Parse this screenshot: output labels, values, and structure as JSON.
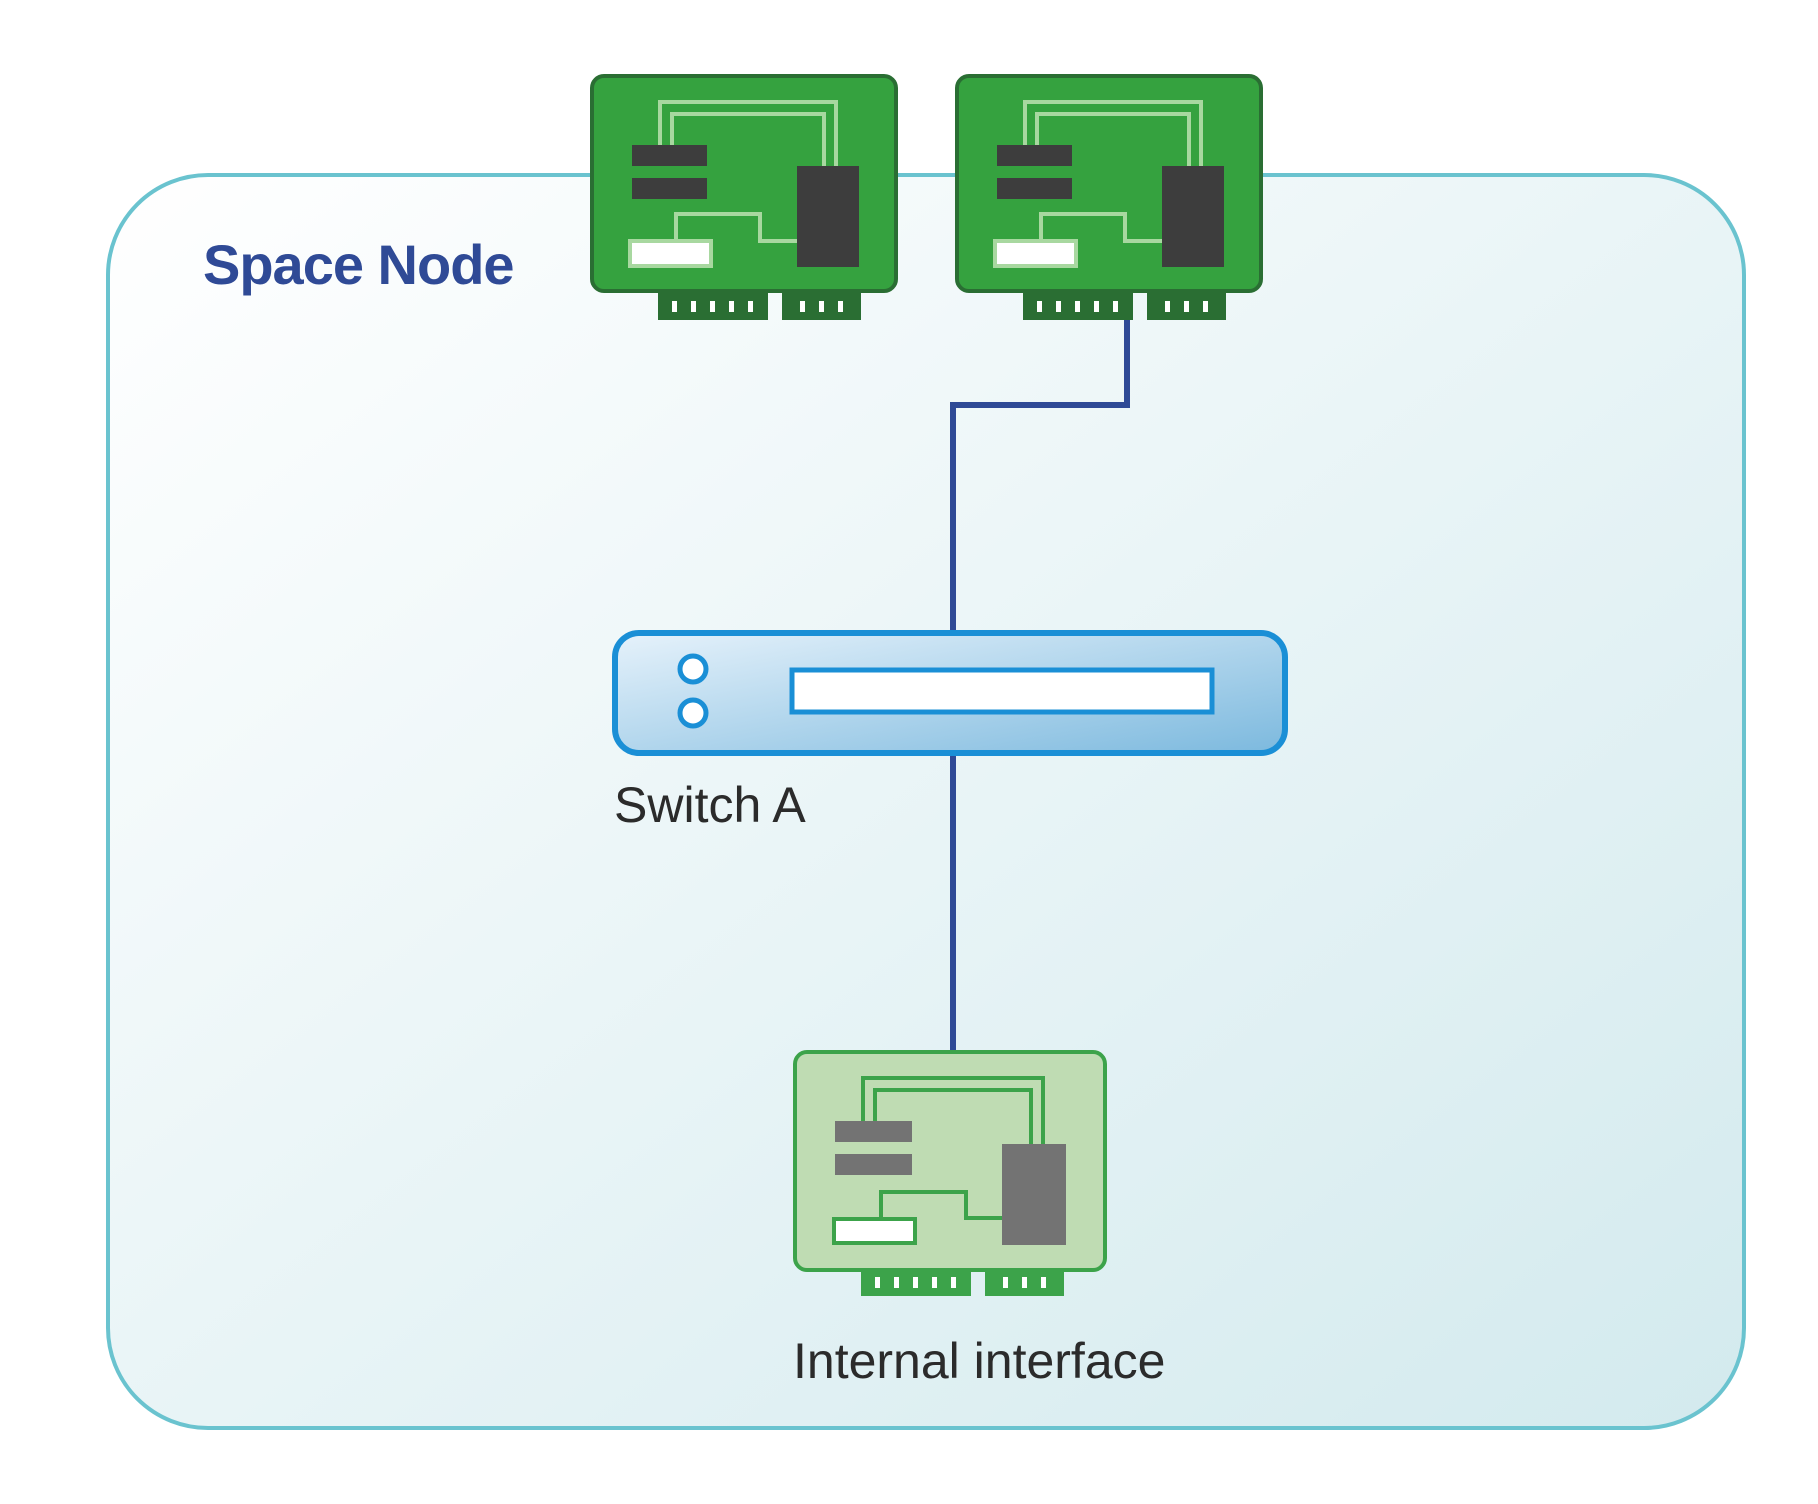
{
  "node": {
    "title": "Space Node"
  },
  "switch": {
    "label": "Switch A"
  },
  "internal_interface": {
    "label": "Internal interface"
  },
  "colors": {
    "node_border": "#6ac3cf",
    "node_fill_top": "#ffffff",
    "node_fill_bottom": "#d6ecef",
    "link": "#2f4a96",
    "card_active": "#35a23f",
    "card_active_border": "#2a6e33",
    "card_internal": "#bfdcb3",
    "card_internal_border": "#3ca34a",
    "switch_border": "#1a8fd6",
    "title": "#2f4a96"
  },
  "icons": [
    "network-card-icon",
    "switch-icon"
  ]
}
